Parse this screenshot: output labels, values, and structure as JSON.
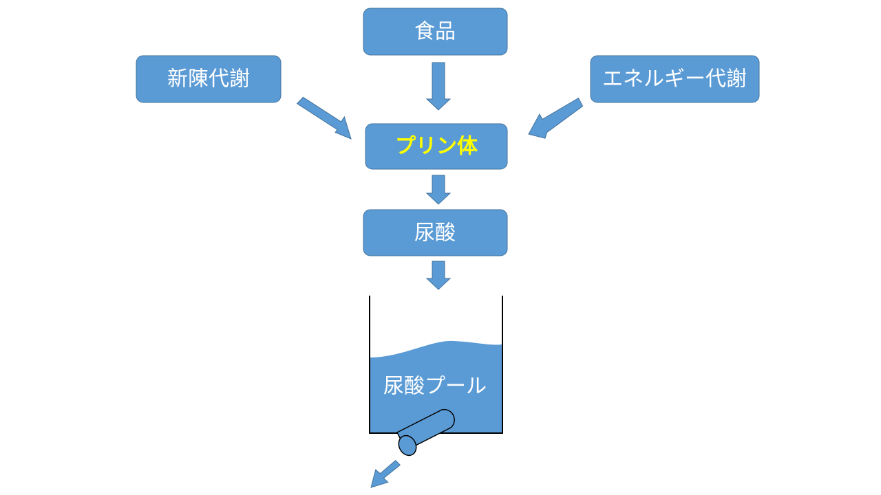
{
  "colors": {
    "box_fill": "#5b9bd5",
    "box_stroke": "#41719c",
    "label": "#ffffff",
    "highlight": "#ffff00"
  },
  "nodes": {
    "food": "食品",
    "turnover": "新陳代謝",
    "energy": "エネルギー代謝",
    "purine": "プリン体",
    "uric_acid": "尿酸",
    "pool": "尿酸プール"
  },
  "icons": {
    "arrow": "block-arrow",
    "pipe": "cylinder-drain"
  }
}
